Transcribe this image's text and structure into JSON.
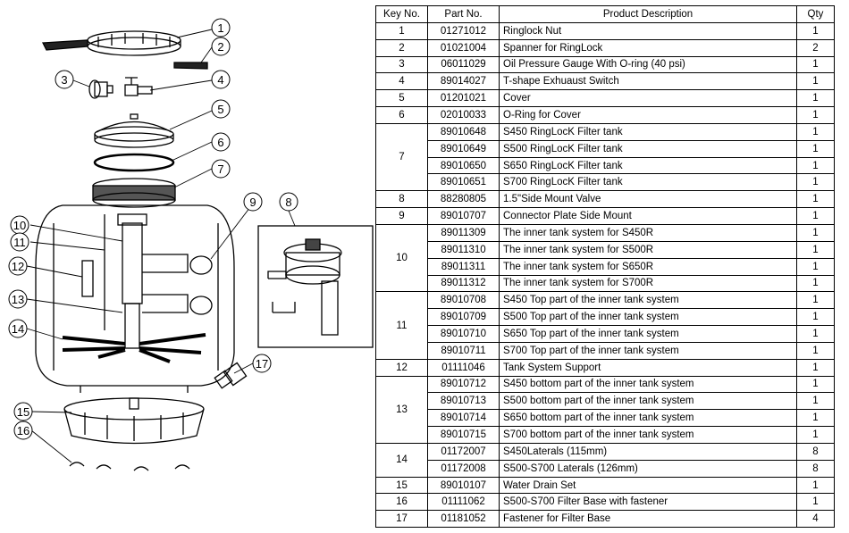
{
  "table": {
    "headers": [
      "Key No.",
      "Part No.",
      "Product Description",
      "Qty"
    ],
    "rows": [
      {
        "key": "1",
        "items": [
          {
            "part": "01271012",
            "desc": "Ringlock Nut",
            "qty": "1"
          }
        ]
      },
      {
        "key": "2",
        "items": [
          {
            "part": "01021004",
            "desc": "Spanner for RingLock",
            "qty": "2"
          }
        ]
      },
      {
        "key": "3",
        "items": [
          {
            "part": "06011029",
            "desc": "Oil Pressure Gauge With O-ring (40 psi)",
            "qty": "1"
          }
        ]
      },
      {
        "key": "4",
        "items": [
          {
            "part": "89014027",
            "desc": "T-shape Exhuaust Switch",
            "qty": "1"
          }
        ]
      },
      {
        "key": "5",
        "items": [
          {
            "part": "01201021",
            "desc": "Cover",
            "qty": "1"
          }
        ]
      },
      {
        "key": "6",
        "items": [
          {
            "part": "02010033",
            "desc": "O-Ring for Cover",
            "qty": "1"
          }
        ]
      },
      {
        "key": "7",
        "items": [
          {
            "part": "89010648",
            "desc": "S450 RingLocK Filter tank",
            "qty": "1"
          },
          {
            "part": "89010649",
            "desc": "S500 RingLocK Filter tank",
            "qty": "1"
          },
          {
            "part": "89010650",
            "desc": "S650 RingLocK Filter tank",
            "qty": "1"
          },
          {
            "part": "89010651",
            "desc": "S700 RingLocK Filter tank",
            "qty": "1"
          }
        ]
      },
      {
        "key": "8",
        "items": [
          {
            "part": "88280805",
            "desc": "1.5\"Side Mount Valve",
            "qty": "1"
          }
        ]
      },
      {
        "key": "9",
        "items": [
          {
            "part": "89010707",
            "desc": "Connector Plate Side Mount",
            "qty": "1"
          }
        ]
      },
      {
        "key": "10",
        "items": [
          {
            "part": "89011309",
            "desc": "The inner tank system for S450R",
            "qty": "1"
          },
          {
            "part": "89011310",
            "desc": "The inner tank system for S500R",
            "qty": "1"
          },
          {
            "part": "89011311",
            "desc": "The inner tank system for S650R",
            "qty": "1"
          },
          {
            "part": "89011312",
            "desc": "The inner tank system for S700R",
            "qty": "1"
          }
        ]
      },
      {
        "key": "11",
        "items": [
          {
            "part": "89010708",
            "desc": "S450 Top part of the inner tank system",
            "qty": "1"
          },
          {
            "part": "89010709",
            "desc": "S500 Top part of the inner tank system",
            "qty": "1"
          },
          {
            "part": "89010710",
            "desc": "S650 Top part of the inner tank system",
            "qty": "1"
          },
          {
            "part": "89010711",
            "desc": "S700 Top part of the inner tank system",
            "qty": "1"
          }
        ]
      },
      {
        "key": "12",
        "items": [
          {
            "part": "01111046",
            "desc": "Tank System Support",
            "qty": "1"
          }
        ]
      },
      {
        "key": "13",
        "items": [
          {
            "part": "89010712",
            "desc": "S450 bottom part of the inner tank system",
            "qty": "1"
          },
          {
            "part": "89010713",
            "desc": "S500 bottom part of the inner tank system",
            "qty": "1"
          },
          {
            "part": "89010714",
            "desc": "S650 bottom part of the inner tank system",
            "qty": "1"
          },
          {
            "part": "89010715",
            "desc": "S700 bottom part of the inner tank system",
            "qty": "1"
          }
        ]
      },
      {
        "key": "14",
        "items": [
          {
            "part": "01172007",
            "desc": "S450Laterals (115mm)",
            "qty": "8"
          },
          {
            "part": "01172008",
            "desc": "S500-S700 Laterals (126mm)",
            "qty": "8"
          }
        ]
      },
      {
        "key": "15",
        "items": [
          {
            "part": "89010107",
            "desc": "Water Drain Set",
            "qty": "1"
          }
        ]
      },
      {
        "key": "16",
        "items": [
          {
            "part": "01111062",
            "desc": "S500-S700 Filter Base with fastener",
            "qty": "1"
          }
        ]
      },
      {
        "key": "17",
        "items": [
          {
            "part": "01181052",
            "desc": "Fastener for Filter Base",
            "qty": "4"
          }
        ]
      }
    ]
  },
  "diagram": {
    "callouts": [
      "1",
      "2",
      "3",
      "4",
      "5",
      "6",
      "7",
      "8",
      "9",
      "10",
      "11",
      "12",
      "13",
      "14",
      "15",
      "16",
      "17"
    ]
  }
}
